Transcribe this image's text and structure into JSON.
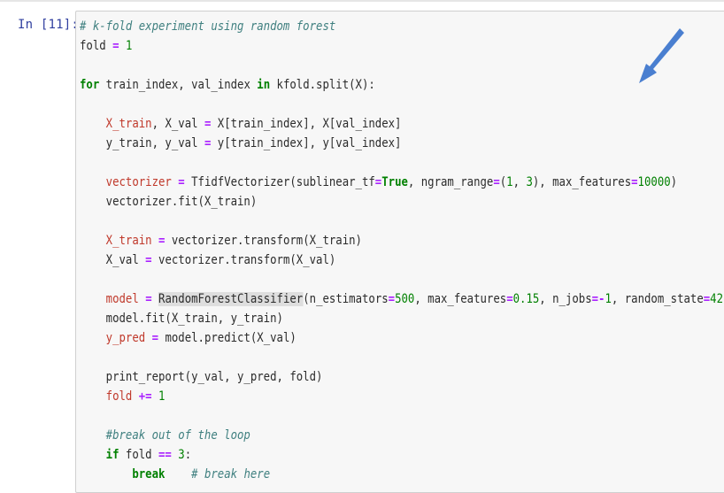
{
  "cell": {
    "prompt": "In [11]:",
    "lines": [
      [
        {
          "t": "# k-fold experiment using random forest",
          "c": "comment"
        }
      ],
      [
        {
          "t": "fold ",
          "c": "plain"
        },
        {
          "t": "=",
          "c": "op"
        },
        {
          "t": " ",
          "c": "plain"
        },
        {
          "t": "1",
          "c": "number"
        }
      ],
      [],
      [
        {
          "t": "for",
          "c": "keyword"
        },
        {
          "t": " train_index, val_index ",
          "c": "plain"
        },
        {
          "t": "in",
          "c": "keyword"
        },
        {
          "t": " kfold.split(X):",
          "c": "plain"
        }
      ],
      [],
      [
        {
          "t": "    ",
          "c": "plain"
        },
        {
          "t": "X_train",
          "c": "var"
        },
        {
          "t": ", X_val ",
          "c": "plain"
        },
        {
          "t": "=",
          "c": "op"
        },
        {
          "t": " X[train_index], X[val_index]",
          "c": "plain"
        }
      ],
      [
        {
          "t": "    y_train, y_val ",
          "c": "plain"
        },
        {
          "t": "=",
          "c": "op"
        },
        {
          "t": " y[train_index], y[val_index]",
          "c": "plain"
        }
      ],
      [],
      [
        {
          "t": "    ",
          "c": "plain"
        },
        {
          "t": "vectorizer",
          "c": "var"
        },
        {
          "t": " ",
          "c": "plain"
        },
        {
          "t": "=",
          "c": "op"
        },
        {
          "t": " TfidfVectorizer(sublinear_tf",
          "c": "plain"
        },
        {
          "t": "=",
          "c": "op"
        },
        {
          "t": "True",
          "c": "keyword"
        },
        {
          "t": ", ngram_range",
          "c": "plain"
        },
        {
          "t": "=",
          "c": "op"
        },
        {
          "t": "(",
          "c": "plain"
        },
        {
          "t": "1",
          "c": "number"
        },
        {
          "t": ", ",
          "c": "plain"
        },
        {
          "t": "3",
          "c": "number"
        },
        {
          "t": "), max_features",
          "c": "plain"
        },
        {
          "t": "=",
          "c": "op"
        },
        {
          "t": "10000",
          "c": "number"
        },
        {
          "t": ")",
          "c": "plain"
        }
      ],
      [
        {
          "t": "    vectorizer.fit(X_train)",
          "c": "plain"
        }
      ],
      [],
      [
        {
          "t": "    ",
          "c": "plain"
        },
        {
          "t": "X_train",
          "c": "var"
        },
        {
          "t": " ",
          "c": "plain"
        },
        {
          "t": "=",
          "c": "op"
        },
        {
          "t": " vectorizer.transform(X_train)",
          "c": "plain"
        }
      ],
      [
        {
          "t": "    X_val ",
          "c": "plain"
        },
        {
          "t": "=",
          "c": "op"
        },
        {
          "t": " vectorizer.transform(X_val)",
          "c": "plain"
        }
      ],
      [],
      [
        {
          "t": "    ",
          "c": "plain"
        },
        {
          "t": "model",
          "c": "var"
        },
        {
          "t": " ",
          "c": "plain"
        },
        {
          "t": "=",
          "c": "op"
        },
        {
          "t": " ",
          "c": "plain"
        },
        {
          "t": "RandomForestClassifier",
          "c": "highlight"
        },
        {
          "t": "(n_estimators",
          "c": "plain"
        },
        {
          "t": "=",
          "c": "op"
        },
        {
          "t": "500",
          "c": "number"
        },
        {
          "t": ", max_features",
          "c": "plain"
        },
        {
          "t": "=",
          "c": "op"
        },
        {
          "t": "0.15",
          "c": "number"
        },
        {
          "t": ", n_jobs",
          "c": "plain"
        },
        {
          "t": "=-",
          "c": "op"
        },
        {
          "t": "1",
          "c": "number"
        },
        {
          "t": ", random_state",
          "c": "plain"
        },
        {
          "t": "=",
          "c": "op"
        },
        {
          "t": "42",
          "c": "number"
        },
        {
          "t": ")",
          "c": "plain"
        }
      ],
      [
        {
          "t": "    model.fit(X_train, y_train)",
          "c": "plain"
        }
      ],
      [
        {
          "t": "    ",
          "c": "plain"
        },
        {
          "t": "y_pred",
          "c": "var"
        },
        {
          "t": " ",
          "c": "plain"
        },
        {
          "t": "=",
          "c": "op"
        },
        {
          "t": " model.predict(X_val)",
          "c": "plain"
        }
      ],
      [],
      [
        {
          "t": "    print_report(y_val, y_pred, fold)",
          "c": "plain"
        }
      ],
      [
        {
          "t": "    ",
          "c": "plain"
        },
        {
          "t": "fold",
          "c": "var"
        },
        {
          "t": " ",
          "c": "plain"
        },
        {
          "t": "+=",
          "c": "op"
        },
        {
          "t": " ",
          "c": "plain"
        },
        {
          "t": "1",
          "c": "number"
        }
      ],
      [],
      [
        {
          "t": "    ",
          "c": "plain"
        },
        {
          "t": "#break out of the loop",
          "c": "comment"
        }
      ],
      [
        {
          "t": "    ",
          "c": "plain"
        },
        {
          "t": "if",
          "c": "keyword"
        },
        {
          "t": " fold ",
          "c": "plain"
        },
        {
          "t": "==",
          "c": "op"
        },
        {
          "t": " ",
          "c": "plain"
        },
        {
          "t": "3",
          "c": "number"
        },
        {
          "t": ":",
          "c": "plain"
        }
      ],
      [
        {
          "t": "        ",
          "c": "plain"
        },
        {
          "t": "break",
          "c": "keyword"
        },
        {
          "t": "    ",
          "c": "plain"
        },
        {
          "t": "# break here",
          "c": "comment"
        }
      ]
    ]
  },
  "colors": {
    "prompt": "#303f9f",
    "cell_bg": "#f7f7f7",
    "cell_border": "#cfcfcf",
    "comment": "#408080",
    "keyword": "#008000",
    "operator": "#aa22ff",
    "variable": "#c0392b",
    "arrow": "#4a7fd0"
  },
  "annotation": {
    "icon": "arrow-pointer-icon"
  }
}
